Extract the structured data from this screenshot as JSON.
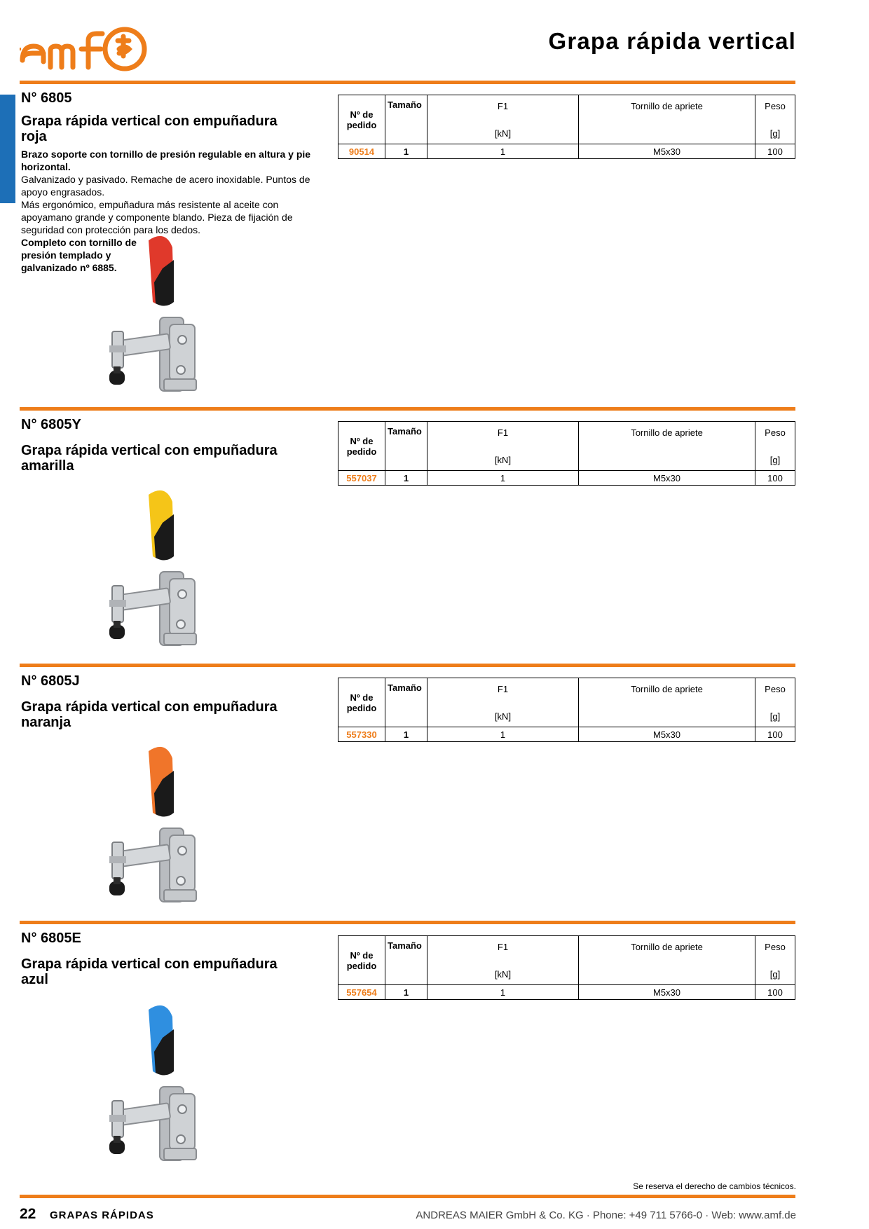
{
  "header": {
    "logo_text": "amf",
    "title": "Grapa rápida vertical"
  },
  "table_headers": {
    "order_no": "Nº de pedido",
    "size": "Tamaño",
    "f1": "F1",
    "f1_unit": "[kN]",
    "screw": "Tornillo de apriete",
    "weight": "Peso",
    "weight_unit": "[g]"
  },
  "sections": [
    {
      "art_no": "N° 6805",
      "title": "Grapa rápida vertical con empuñadura roja",
      "desc_bold": "Brazo soporte con tornillo de presión regulable en altura y pie horizontal.",
      "desc_1": "Galvanizado y pasivado. Remache de acero inoxidable. Puntos de apoyo engrasados.",
      "desc_2": "Más ergonómico, empuñadura más resistente al aceite con apoyamano grande y componente blando. Pieza de fijación de seguridad con protección para los dedos.",
      "desc_bold_2": "Completo con tornillo de presión templado y galvanizado nº 6885.",
      "handle_color": "#e0392b",
      "row": {
        "order_no": "90514",
        "size": "1",
        "f1": "1",
        "screw": "M5x30",
        "weight": "100"
      }
    },
    {
      "art_no": "N° 6805Y",
      "title": "Grapa rápida vertical con empuñadura amarilla",
      "handle_color": "#f5c518",
      "row": {
        "order_no": "557037",
        "size": "1",
        "f1": "1",
        "screw": "M5x30",
        "weight": "100"
      }
    },
    {
      "art_no": "N° 6805J",
      "title": "Grapa rápida vertical con empuñadura naranja",
      "handle_color": "#f0752a",
      "row": {
        "order_no": "557330",
        "size": "1",
        "f1": "1",
        "screw": "M5x30",
        "weight": "100"
      }
    },
    {
      "art_no": "N° 6805E",
      "title": "Grapa rápida vertical con empuñadura azul",
      "handle_color": "#2f8fe0",
      "row": {
        "order_no": "557654",
        "size": "1",
        "f1": "1",
        "screw": "M5x30",
        "weight": "100"
      }
    }
  ],
  "footer": {
    "note": "Se reserva el derecho de cambios técnicos.",
    "page_number": "22",
    "chapter": "GRAPAS RÁPIDAS",
    "company": "ANDREAS MAIER GmbH & Co. KG · Phone: +49 711 5766-0 · Web: www.amf.de"
  },
  "colors": {
    "accent": "#ee7d1a",
    "tab_blue": "#1d6fb7"
  }
}
